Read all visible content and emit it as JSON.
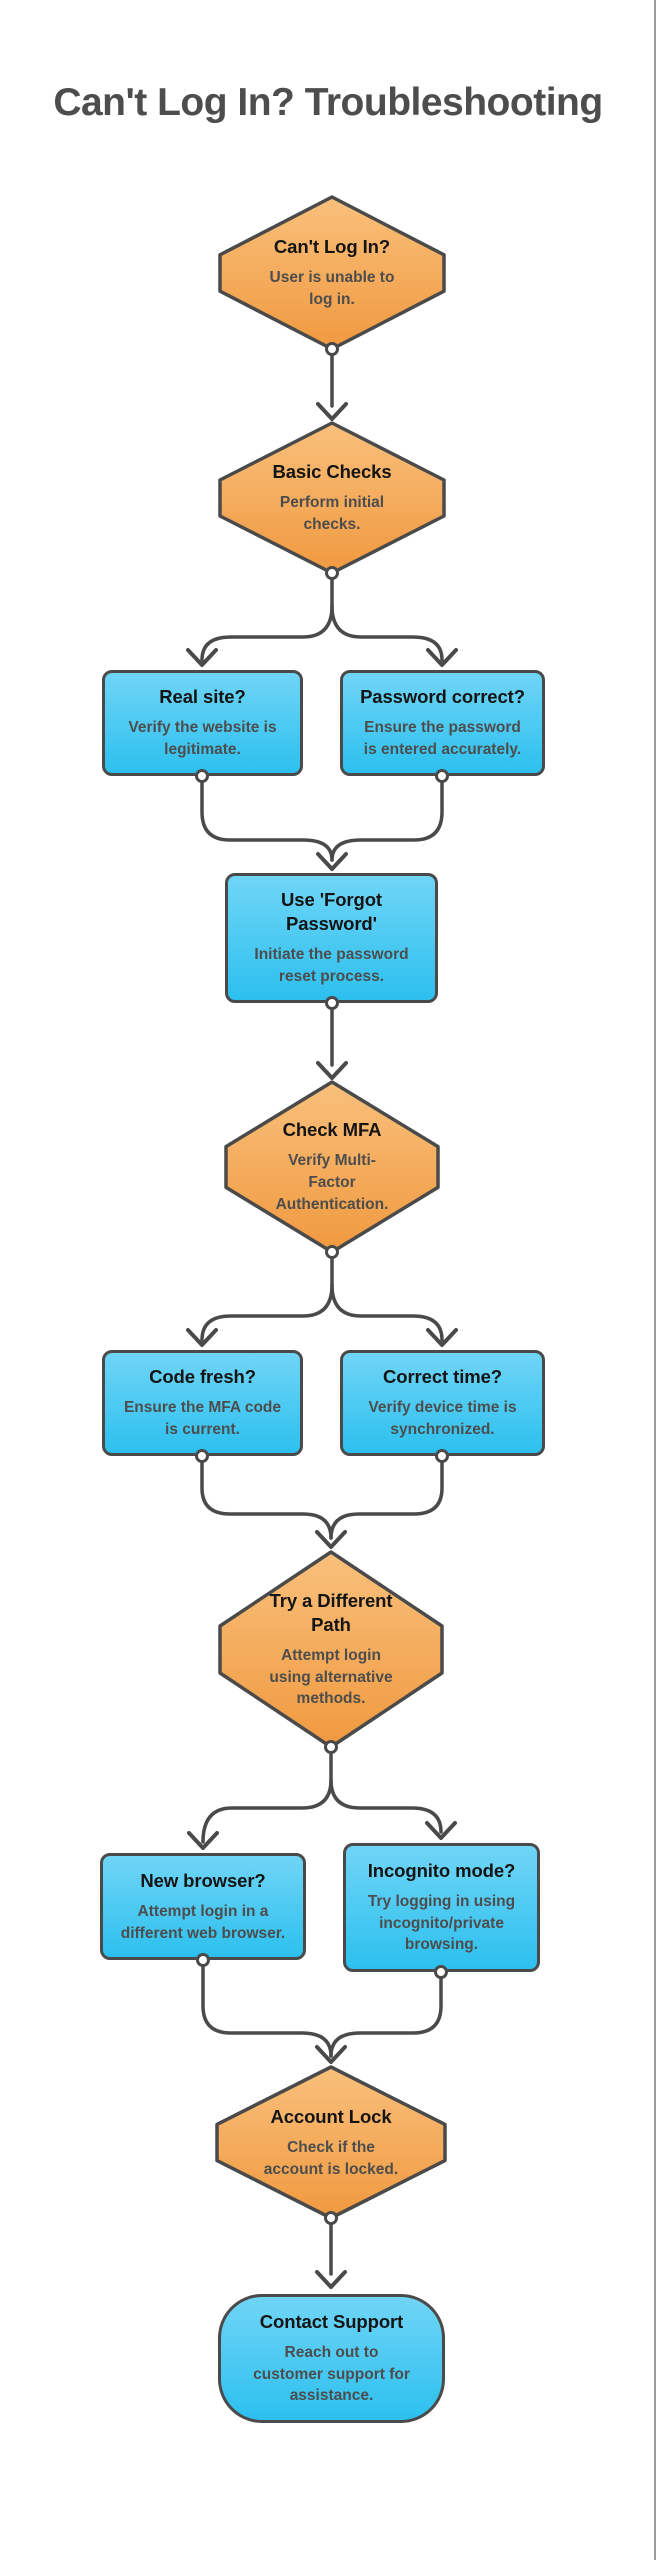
{
  "page": {
    "title": "Can't Log In? Troubleshooting"
  },
  "theme": {
    "background": "#ffffff",
    "node_border": "#4a4a4a",
    "edge_color": "#4a4a4a",
    "orange_top": "#f9c07c",
    "orange_bottom": "#f0993f",
    "blue_top": "#70d5f6",
    "blue_bottom": "#2cc0ef",
    "title_color": "#141414",
    "subtitle_color": "#4d4d4d",
    "page_title_color": "#4d4d4d",
    "page_border": "#9b9b9b"
  },
  "nodes": [
    {
      "id": "cant-log-in",
      "shape": "hexagon",
      "title": "Can't Log In?",
      "subtitle": "User is unable to\nlog in."
    },
    {
      "id": "basic-checks",
      "shape": "hexagon",
      "title": "Basic Checks",
      "subtitle": "Perform initial\nchecks."
    },
    {
      "id": "real-site",
      "shape": "box",
      "title": "Real site?",
      "subtitle": "Verify the website is\nlegitimate."
    },
    {
      "id": "password-correct",
      "shape": "box",
      "title": "Password correct?",
      "subtitle": "Ensure the password\nis entered accurately."
    },
    {
      "id": "forgot-password",
      "shape": "box",
      "title": "Use 'Forgot\nPassword'",
      "subtitle": "Initiate the password\nreset process."
    },
    {
      "id": "check-mfa",
      "shape": "hexagon",
      "title": "Check MFA",
      "subtitle": "Verify Multi-\nFactor\nAuthentication."
    },
    {
      "id": "code-fresh",
      "shape": "box",
      "title": "Code fresh?",
      "subtitle": "Ensure the MFA code\nis current."
    },
    {
      "id": "correct-time",
      "shape": "box",
      "title": "Correct time?",
      "subtitle": "Verify device time is\nsynchronized."
    },
    {
      "id": "try-different-path",
      "shape": "hexagon",
      "title": "Try a Different\nPath",
      "subtitle": "Attempt login\nusing alternative\nmethods."
    },
    {
      "id": "new-browser",
      "shape": "box",
      "title": "New browser?",
      "subtitle": "Attempt login in a\ndifferent web browser."
    },
    {
      "id": "incognito-mode",
      "shape": "box",
      "title": "Incognito mode?",
      "subtitle": "Try logging in using\nincognito/private\nbrowsing."
    },
    {
      "id": "account-lock",
      "shape": "hexagon",
      "title": "Account Lock",
      "subtitle": "Check if the\naccount is locked."
    },
    {
      "id": "contact-support",
      "shape": "terminal",
      "title": "Contact Support",
      "subtitle": "Reach out to\ncustomer support for\nassistance."
    }
  ]
}
